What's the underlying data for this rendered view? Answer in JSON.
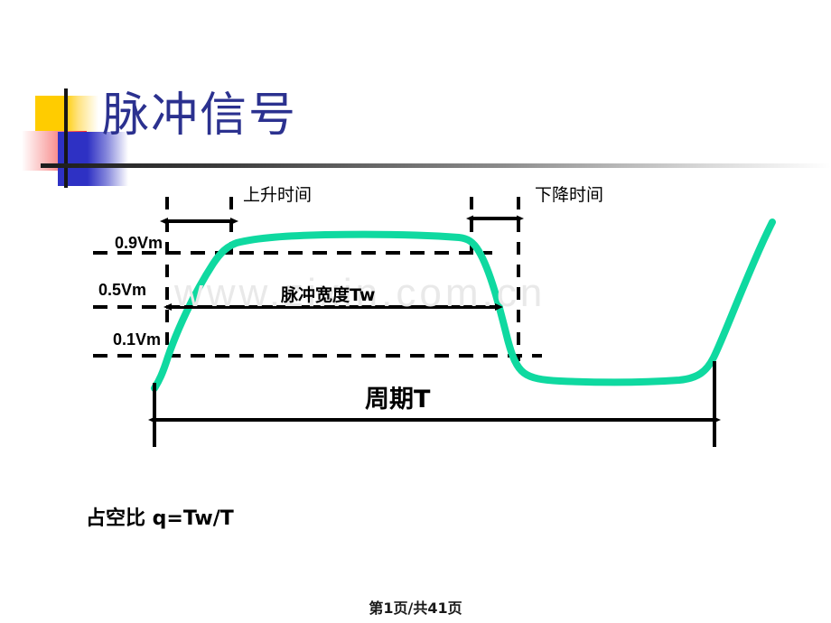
{
  "slide": {
    "title": "脉冲信号",
    "title_color": "#2B318F",
    "watermark": "www.zixin.com.cn",
    "background": "#FFFFFF"
  },
  "decor": {
    "yellow_block_color": "#FFCC00",
    "red_block_color": "#FB2A2A",
    "blue_block_color": "#2E31C4",
    "rule_color": "#1C1C1C"
  },
  "chart_data": {
    "type": "line",
    "title": "脉冲信号",
    "xlabel": "",
    "ylabel": "",
    "grid": false,
    "legend": false,
    "series_color": "#0FD9A0",
    "series": [
      {
        "name": "pulse",
        "description": "Trapezoidal pulse waveform with finite rise and fall times",
        "x": [
          0,
          0.02,
          0.06,
          0.1,
          0.15,
          0.2,
          0.3,
          0.45,
          0.58,
          0.62,
          0.655,
          0.69,
          0.72,
          0.76,
          0.84,
          0.92,
          0.955,
          0.98,
          1.0
        ],
        "y": [
          0.0,
          0.05,
          0.3,
          0.55,
          0.8,
          0.94,
          0.98,
          0.985,
          0.975,
          0.9,
          0.5,
          0.1,
          0.02,
          0.0,
          0.0,
          0.01,
          0.05,
          0.55,
          1.05
        ]
      }
    ],
    "level_lines": [
      {
        "label": "0.9Vm",
        "value": 0.9
      },
      {
        "label": "0.5Vm",
        "value": 0.5
      },
      {
        "label": "0.1Vm",
        "value": 0.1
      }
    ],
    "annotations": [
      {
        "name": "rise-time",
        "label": "上升时间",
        "kind": "double-arrow"
      },
      {
        "name": "fall-time",
        "label": "下降时间",
        "kind": "double-arrow"
      },
      {
        "name": "pulse-width",
        "label": "脉冲宽度Tw",
        "kind": "double-arrow"
      },
      {
        "name": "period",
        "label": "周期T",
        "kind": "double-arrow"
      }
    ]
  },
  "labels": {
    "level_high": "0.9Vm",
    "level_mid": "0.5Vm",
    "level_low": "0.1Vm",
    "rise_time": "上升时间",
    "fall_time": "下降时间",
    "pulse_width": "脉冲宽度Tw",
    "period": "周期T",
    "duty_cycle": "占空比  q=Tw/T"
  },
  "footer": {
    "page_text": "第1页/共41页"
  }
}
